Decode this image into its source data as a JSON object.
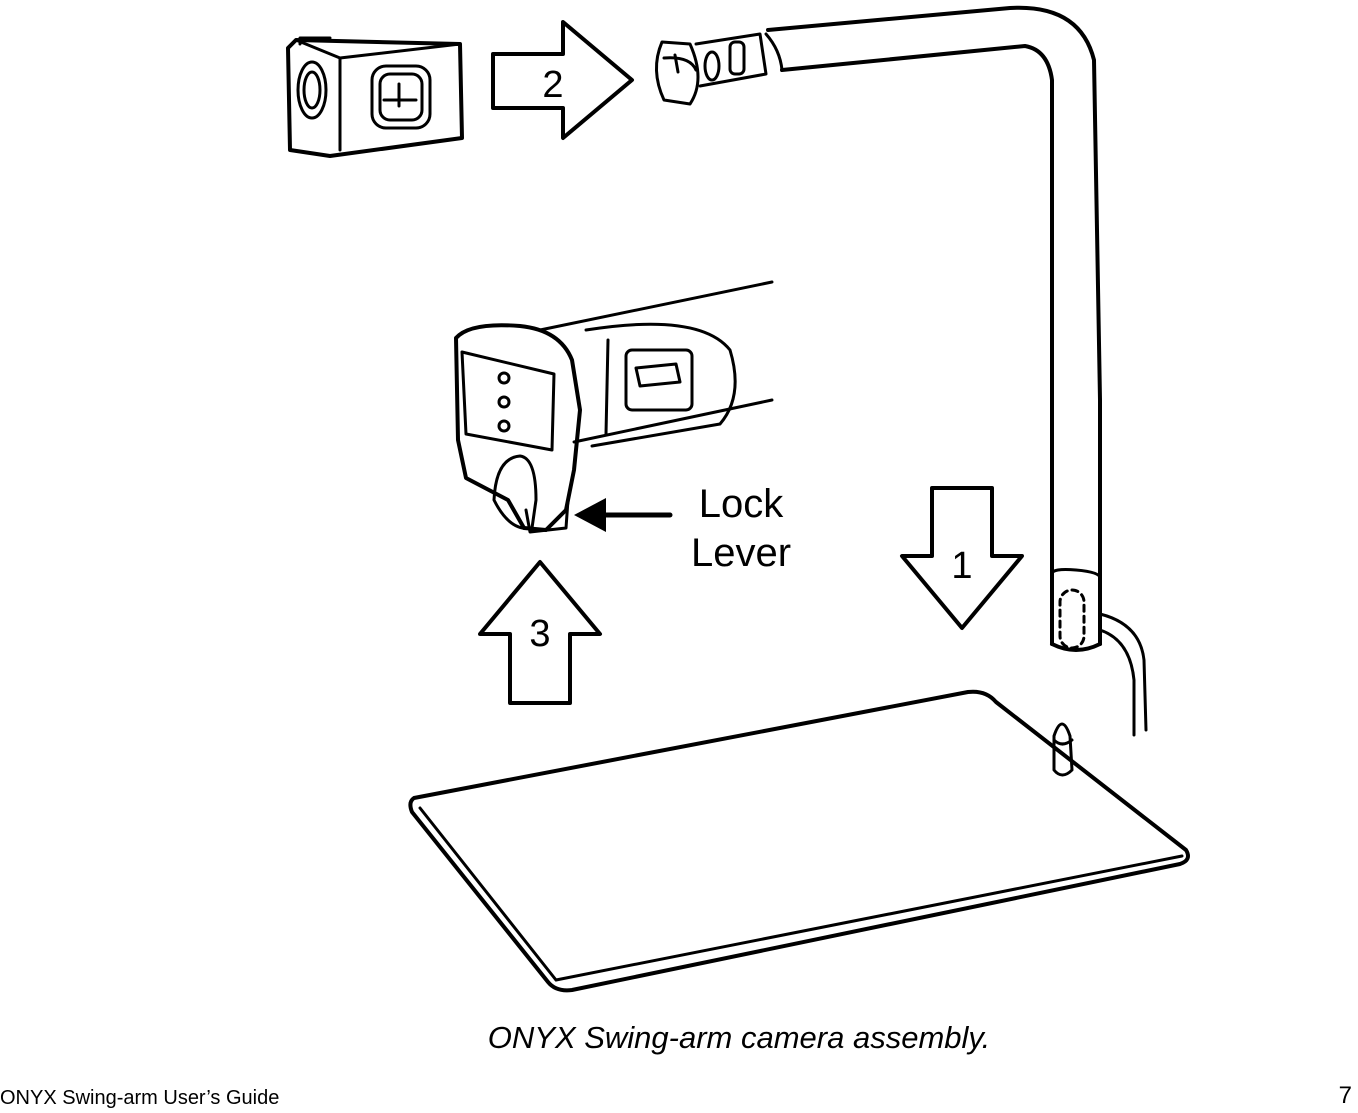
{
  "figure": {
    "step_labels": [
      "1",
      "2",
      "3"
    ],
    "callout": {
      "line1": "Lock",
      "line2": "Lever"
    }
  },
  "caption": "ONYX Swing-arm camera assembly.",
  "footer": {
    "guide_title": "ONYX Swing-arm User’s Guide",
    "page_number": "7"
  },
  "colors": {
    "ink": "#000000",
    "paper": "#ffffff"
  }
}
